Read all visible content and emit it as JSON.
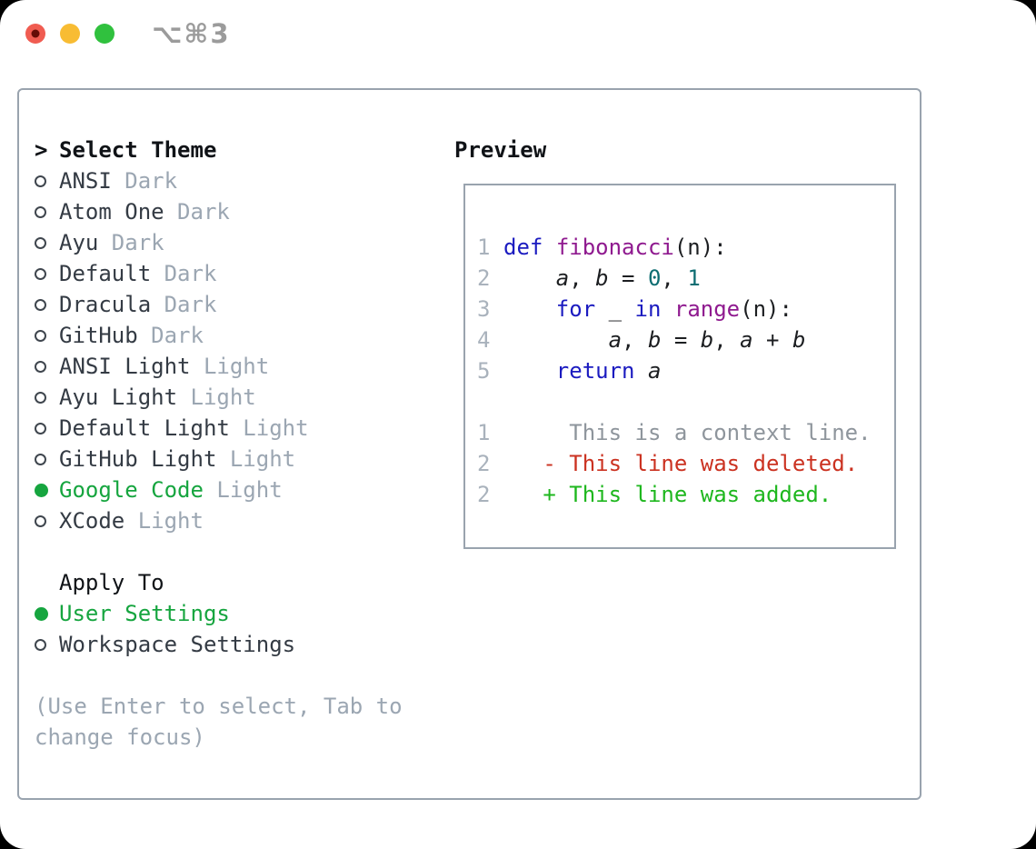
{
  "window": {
    "shortcut_label": "⌥⌘3",
    "traffic_lights": [
      {
        "name": "close"
      },
      {
        "name": "minimize"
      },
      {
        "name": "zoom"
      }
    ]
  },
  "theme_panel": {
    "prompt": ">",
    "title": "Select Theme",
    "themes": [
      {
        "name": "ANSI",
        "variant": "Dark",
        "selected": false
      },
      {
        "name": "Atom One",
        "variant": "Dark",
        "selected": false
      },
      {
        "name": "Ayu",
        "variant": "Dark",
        "selected": false
      },
      {
        "name": "Default",
        "variant": "Dark",
        "selected": false
      },
      {
        "name": "Dracula",
        "variant": "Dark",
        "selected": false
      },
      {
        "name": "GitHub",
        "variant": "Dark",
        "selected": false
      },
      {
        "name": "ANSI Light",
        "variant": "Light",
        "selected": false
      },
      {
        "name": "Ayu Light",
        "variant": "Light",
        "selected": false
      },
      {
        "name": "Default Light",
        "variant": "Light",
        "selected": false
      },
      {
        "name": "GitHub Light",
        "variant": "Light",
        "selected": false
      },
      {
        "name": "Google Code",
        "variant": "Light",
        "selected": true
      },
      {
        "name": "XCode",
        "variant": "Light",
        "selected": false
      }
    ],
    "apply_to": {
      "title": "Apply To",
      "options": [
        {
          "name": "User Settings",
          "selected": true
        },
        {
          "name": "Workspace Settings",
          "selected": false
        }
      ]
    },
    "hint": "(Use Enter to select, Tab to change focus)"
  },
  "preview": {
    "title": "Preview",
    "code_lines": [
      {
        "num": "1",
        "segments": [
          {
            "t": "def",
            "c": "kw"
          },
          {
            "t": " ",
            "c": "pln"
          },
          {
            "t": "fibonacci",
            "c": "typ"
          },
          {
            "t": "(n):",
            "c": "pln"
          }
        ]
      },
      {
        "num": "2",
        "segments": [
          {
            "t": "    ",
            "c": "pln"
          },
          {
            "t": "a",
            "c": "var"
          },
          {
            "t": ", ",
            "c": "pln"
          },
          {
            "t": "b",
            "c": "var"
          },
          {
            "t": " = ",
            "c": "pln"
          },
          {
            "t": "0",
            "c": "lit"
          },
          {
            "t": ", ",
            "c": "pln"
          },
          {
            "t": "1",
            "c": "lit"
          }
        ]
      },
      {
        "num": "3",
        "segments": [
          {
            "t": "    ",
            "c": "pln"
          },
          {
            "t": "for",
            "c": "kw"
          },
          {
            "t": " _ ",
            "c": "pln"
          },
          {
            "t": "in",
            "c": "kw"
          },
          {
            "t": " ",
            "c": "pln"
          },
          {
            "t": "range",
            "c": "typ"
          },
          {
            "t": "(n):",
            "c": "pln"
          }
        ]
      },
      {
        "num": "4",
        "segments": [
          {
            "t": "        ",
            "c": "pln"
          },
          {
            "t": "a",
            "c": "var"
          },
          {
            "t": ", ",
            "c": "pln"
          },
          {
            "t": "b",
            "c": "var"
          },
          {
            "t": " = ",
            "c": "pln"
          },
          {
            "t": "b",
            "c": "var"
          },
          {
            "t": ", ",
            "c": "pln"
          },
          {
            "t": "a",
            "c": "var"
          },
          {
            "t": " + ",
            "c": "pln"
          },
          {
            "t": "b",
            "c": "var"
          }
        ]
      },
      {
        "num": "5",
        "segments": [
          {
            "t": "    ",
            "c": "pln"
          },
          {
            "t": "return",
            "c": "kw"
          },
          {
            "t": " ",
            "c": "pln"
          },
          {
            "t": "a",
            "c": "var"
          }
        ]
      }
    ],
    "diff_lines": [
      {
        "num": "1",
        "segments": [
          {
            "t": "     This is a context line.",
            "c": "ctx"
          }
        ]
      },
      {
        "num": "2",
        "segments": [
          {
            "t": "   - This line was deleted.",
            "c": "del"
          }
        ]
      },
      {
        "num": "2",
        "segments": [
          {
            "t": "   + This line was added.",
            "c": "add"
          }
        ]
      }
    ]
  },
  "colors": {
    "outside_bg": "#000000",
    "window_bg": "#ffffff",
    "panel_border": "#99a3ae",
    "header_black": "#101317",
    "item_dark": "#343b44",
    "muted_gray": "#9ba6b2",
    "radio_ring": "#3f464e",
    "accent_green": "#16a53f",
    "keyword_blue": "#1b1bc0",
    "type_purple": "#8f1a8f",
    "literal_teal": "#0d6d72",
    "code_plain": "#1c1e21",
    "line_number_gray": "#a9b2bc",
    "context_gray": "#8e959c",
    "diff_deleted": "#cb3221",
    "diff_added": "#1eb71e",
    "light_red": "#f05c51",
    "light_red_dot": "#650c06",
    "light_yellow": "#f8bc33",
    "light_green": "#30c13e",
    "titlebar_shortcut": "#9b9b9b"
  }
}
